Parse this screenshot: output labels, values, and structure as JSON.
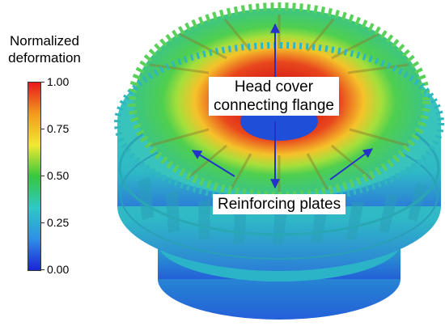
{
  "legend": {
    "title_line1": "Normalized",
    "title_line2": "deformation",
    "ticks": [
      "1.00",
      "0.75",
      "0.50",
      "0.25",
      "0.00"
    ],
    "colors": [
      "#e8191a",
      "#f39a1d",
      "#f2e833",
      "#36c83c",
      "#2dc9c6",
      "#2e8fe6",
      "#1b24d6"
    ]
  },
  "annotations": {
    "flange_line1": "Head cover",
    "flange_line2": "connecting flange",
    "plates": "Reinforcing plates"
  },
  "colors": {
    "arrow": "#2333c9",
    "cyan_body": "#33c2c2",
    "green_ring": "#4fcf4f",
    "red_zone": "#e23a22"
  }
}
